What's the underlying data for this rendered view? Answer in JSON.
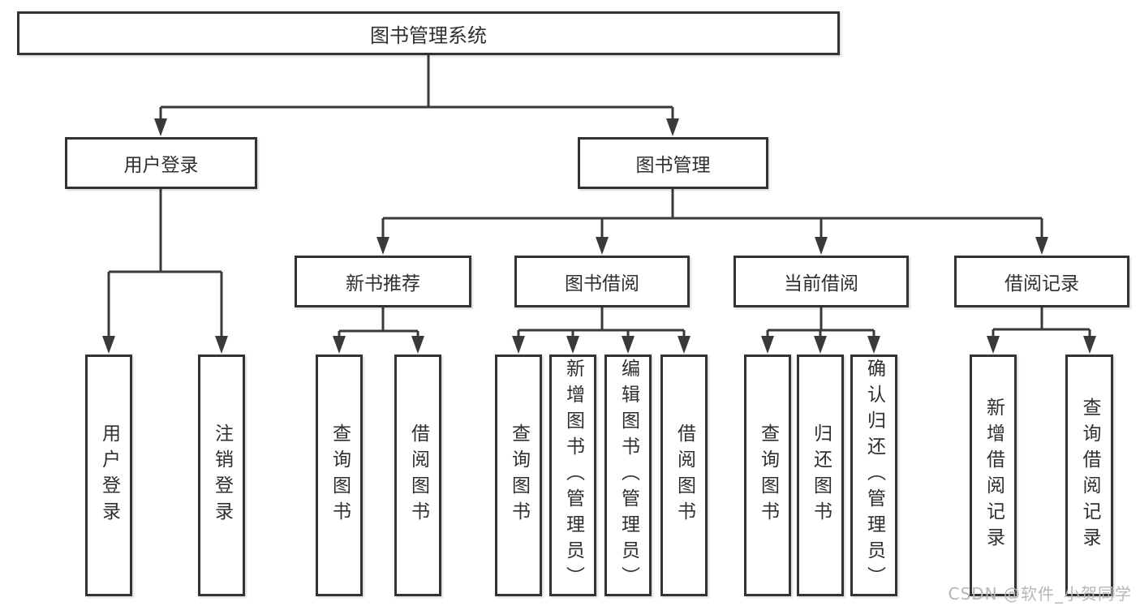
{
  "tree": {
    "root": {
      "label": "图书管理系统"
    },
    "level2": [
      {
        "label": "用户登录"
      },
      {
        "label": "图书管理"
      }
    ],
    "level3": [
      {
        "label": "新书推荐"
      },
      {
        "label": "图书借阅"
      },
      {
        "label": "当前借阅"
      },
      {
        "label": "借阅记录"
      }
    ],
    "level4": {
      "login": [
        {
          "label": "用户登录"
        },
        {
          "label": "注销登录"
        }
      ],
      "recommend": [
        {
          "label": "查询图书"
        },
        {
          "label": "借阅图书"
        }
      ],
      "borrow": [
        {
          "label": "查询图书"
        },
        {
          "label": "新增图书（管理员）"
        },
        {
          "label": "编辑图书（管理员）"
        },
        {
          "label": "借阅图书"
        }
      ],
      "current": [
        {
          "label": "查询图书"
        },
        {
          "label": "归还图书"
        },
        {
          "label": "确认归还（管理员）"
        }
      ],
      "records": [
        {
          "label": "新增借阅记录"
        },
        {
          "label": "查询借阅记录"
        }
      ]
    }
  },
  "watermark": {
    "text": "CSDN @软件_小贺同学"
  },
  "colors": {
    "line": "#3a3a3a",
    "box_border": "#333333",
    "text": "#2f2f2f",
    "background": "#ffffff",
    "watermark": "#b7b7b7"
  }
}
